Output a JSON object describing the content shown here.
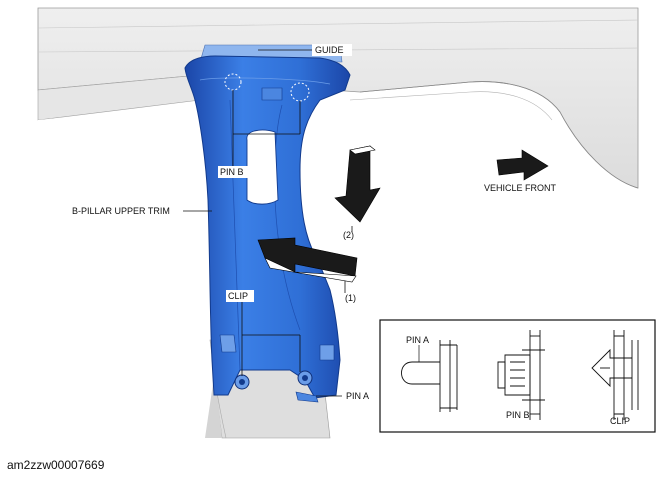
{
  "labels": {
    "guide": "GUIDE",
    "pin_b": "PIN B",
    "b_pillar": "B-PILLAR UPPER TRIM",
    "vehicle_front": "VEHICLE FRONT",
    "step_2": "(2)",
    "step_1": "(1)",
    "clip": "CLIP",
    "pin_a": "PIN A"
  },
  "detail": {
    "pin_a": "PIN A",
    "pin_b": "PIN B",
    "clip": "CLIP"
  },
  "document_id": "am2zzw00007669",
  "colors": {
    "trim_blue": "#2f6fd6",
    "trim_dark": "#1b46a8",
    "body_gray": "#e4e4e4",
    "line": "#222222"
  },
  "icons": [
    "arrow-icon",
    "pin-icon",
    "clip-icon"
  ]
}
